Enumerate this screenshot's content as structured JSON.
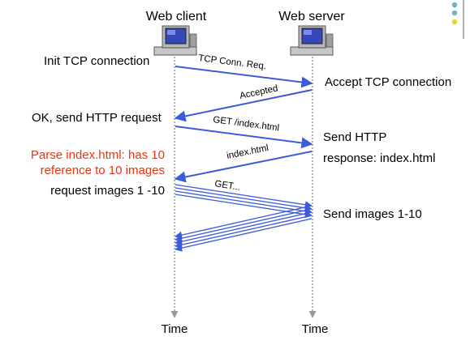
{
  "headers": {
    "client": "Web client",
    "server": "Web server"
  },
  "client_labels": {
    "init": "Init TCP connection",
    "ok_send": "OK, send HTTP request",
    "parse_line1": "Parse index.html: has 10",
    "parse_line2": "reference to 10 images",
    "request_images": "request images 1 -10"
  },
  "server_labels": {
    "accept": "Accept TCP connection",
    "send_http": "Send HTTP",
    "response": "response: index.html",
    "send_images": "Send images 1-10"
  },
  "messages": {
    "tcp_req": "TCP Conn. Req.",
    "accepted": "Accepted",
    "get_index": "GET /index.html",
    "index_html": "index.html",
    "get_dots": "GET..."
  },
  "time_labels": {
    "client": "Time",
    "server": "Time"
  },
  "colors": {
    "arrow": "#3b5bdb",
    "timeline": "#999999",
    "highlight_text": "#e8360e",
    "logo_teal": "#6bb6c9",
    "logo_yellow": "#d9e021"
  },
  "icons": {
    "client": "computer-icon",
    "server": "computer-icon"
  }
}
